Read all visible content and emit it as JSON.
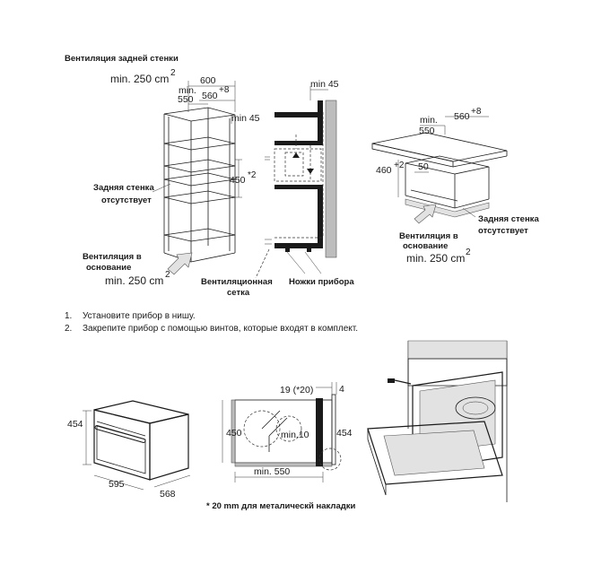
{
  "diagram1": {
    "title": "Вентиляция задней стенки",
    "min_area": "min. 250 cm",
    "min_area_sup": "2",
    "d600": "600",
    "min550_a": "min.",
    "min550_b": "550",
    "d560": "560",
    "d560_sup": "+8",
    "min45": "min 45",
    "d450": "450",
    "d450_sup": "*2",
    "no_back_wall_1": "Задняя стенка",
    "no_back_wall_2": "отсутствует",
    "vent_base_1": "Вентиляция в",
    "vent_base_2": "основание",
    "min_area_base": "min. 250 cm",
    "min_area_base_sup": "2"
  },
  "diagram2": {
    "min45": "min 45",
    "vent_grid_1": "Вентиляционная",
    "vent_grid_2": "сетка",
    "feet": "Ножки прибора"
  },
  "diagram3": {
    "min550_a": "min.",
    "min550_b": "550",
    "d560": "560",
    "d560_sup": "+8",
    "d460": "460",
    "d460_sup": "+2",
    "d50": "50",
    "no_back_wall_1": "Задняя стенка",
    "no_back_wall_2": "отсутствует",
    "vent_base_1": "Вентиляция в",
    "vent_base_2": "основание",
    "min_area": "min. 250 cm",
    "min_area_sup": "2"
  },
  "instructions": [
    {
      "num": "1.",
      "text": "Установите прибор в нишу."
    },
    {
      "num": "2.",
      "text": "Закрепите прибор с помощью винтов, которые входят в комплект."
    }
  ],
  "oven_front": {
    "h454": "454",
    "w595": "595",
    "d568": "568"
  },
  "niche_front": {
    "d19": "19 (*20)",
    "d4": "4",
    "h450": "450",
    "h454": "454",
    "min10": "min.10",
    "min550": "min. 550"
  },
  "footnote": "* 20 mm для металическй накладки"
}
